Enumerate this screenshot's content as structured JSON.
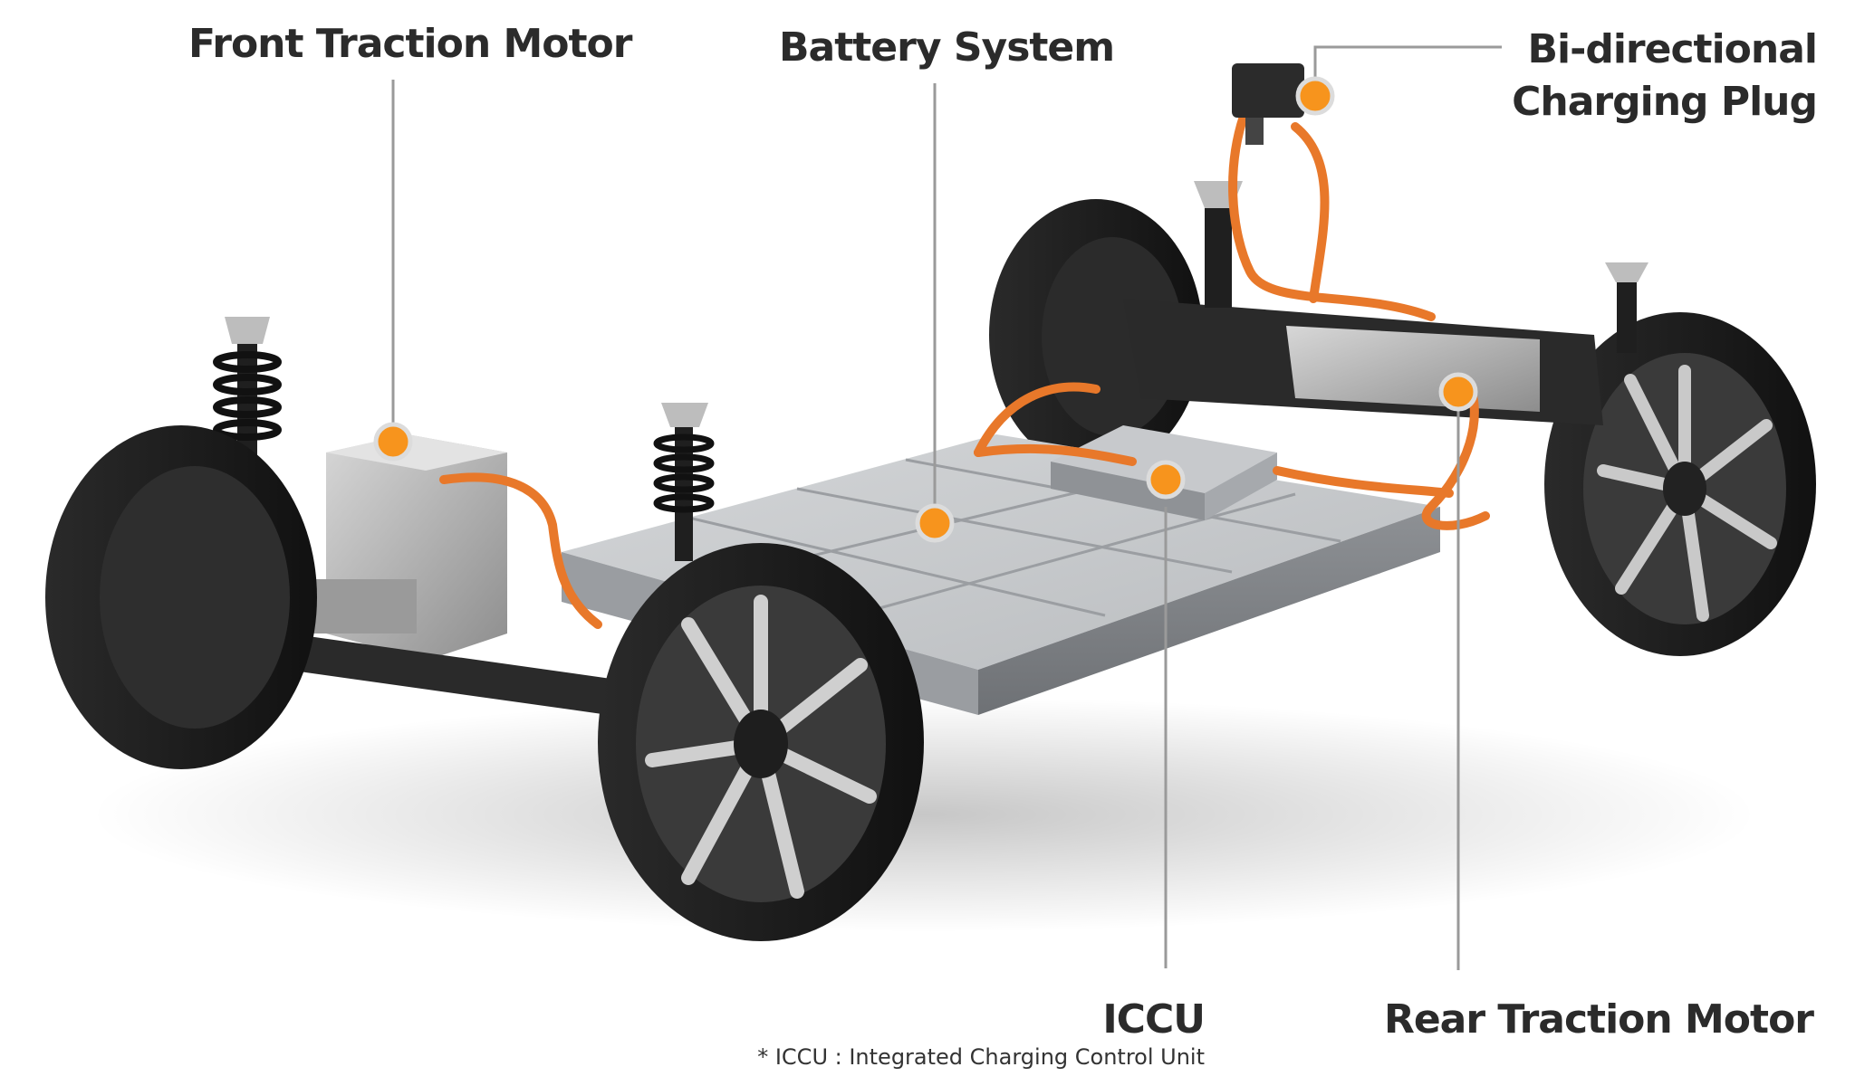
{
  "labels": {
    "front_motor": "Front Traction Motor",
    "battery": "Battery System",
    "plug_line1": "Bi-directional",
    "plug_line2": "Charging Plug",
    "iccu": "ICCU",
    "rear_motor": "Rear Traction Motor"
  },
  "footnote": "* ICCU : Integrated Charging Control Unit",
  "colors": {
    "marker": "#f7941d",
    "cable": "#e8782a",
    "leader": "#9a9a9a",
    "tire": "#1c1c1c",
    "battery": "#a9acaf",
    "text": "#2b2b2b"
  }
}
